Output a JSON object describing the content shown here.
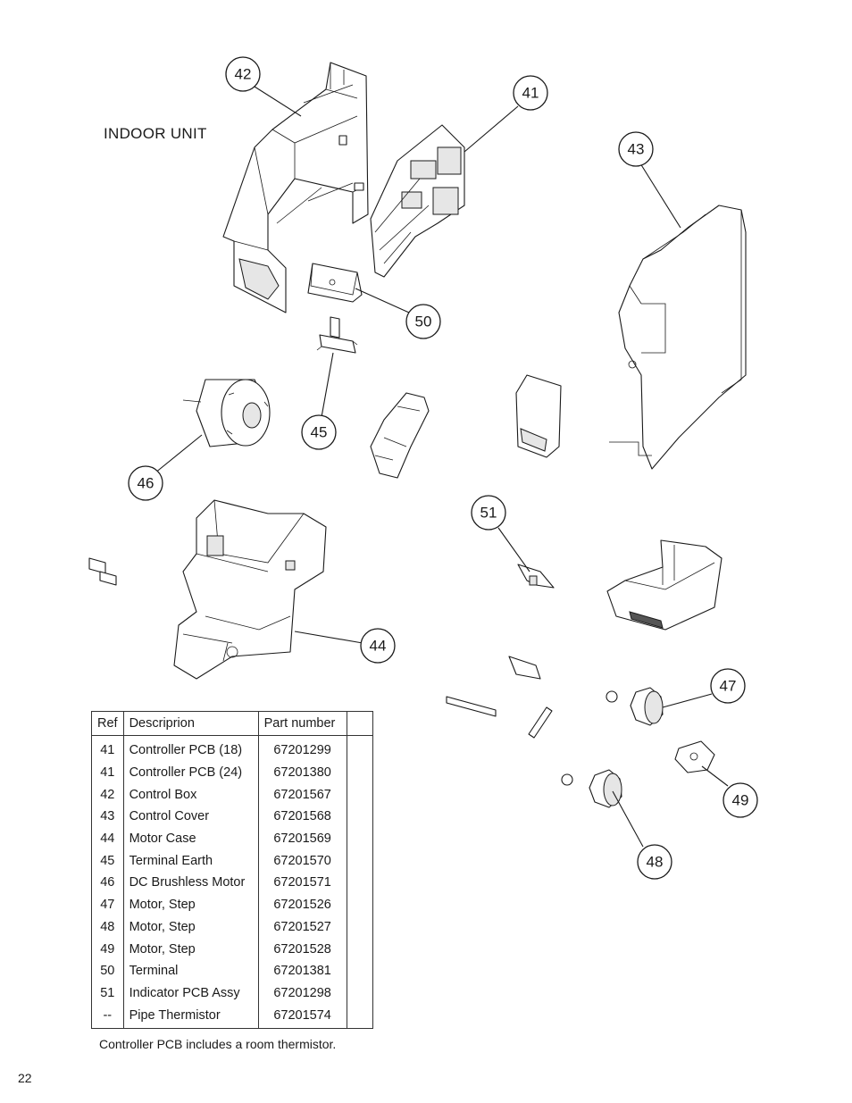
{
  "section_title": "INDOOR UNIT",
  "table": {
    "headers": {
      "ref": "Ref",
      "description": "Descriprion",
      "part_number": "Part number",
      "extra": ""
    },
    "rows": [
      {
        "ref": "41",
        "description": "Controller PCB (18)",
        "part_number": "67201299"
      },
      {
        "ref": "41",
        "description": "Controller PCB (24)",
        "part_number": "67201380"
      },
      {
        "ref": "42",
        "description": "Control Box",
        "part_number": "67201567"
      },
      {
        "ref": "43",
        "description": "Control Cover",
        "part_number": "67201568"
      },
      {
        "ref": "44",
        "description": "Motor Case",
        "part_number": "67201569"
      },
      {
        "ref": "45",
        "description": "Terminal Earth",
        "part_number": "67201570"
      },
      {
        "ref": "46",
        "description": "DC Brushless Motor",
        "part_number": "67201571"
      },
      {
        "ref": "47",
        "description": "Motor, Step",
        "part_number": "67201526"
      },
      {
        "ref": "48",
        "description": "Motor, Step",
        "part_number": "67201527"
      },
      {
        "ref": "49",
        "description": "Motor, Step",
        "part_number": "67201528"
      },
      {
        "ref": "50",
        "description": "Terminal",
        "part_number": "67201381"
      },
      {
        "ref": "51",
        "description": "Indicator PCB Assy",
        "part_number": "67201298"
      },
      {
        "ref": "--",
        "description": "Pipe Thermistor",
        "part_number": "67201574"
      }
    ]
  },
  "note": "Controller PCB includes a room thermistor.",
  "page_number": "22",
  "callouts": {
    "c41": "41",
    "c42": "42",
    "c43": "43",
    "c44": "44",
    "c45": "45",
    "c46": "46",
    "c47": "47",
    "c48": "48",
    "c49": "49",
    "c50": "50",
    "c51": "51"
  }
}
